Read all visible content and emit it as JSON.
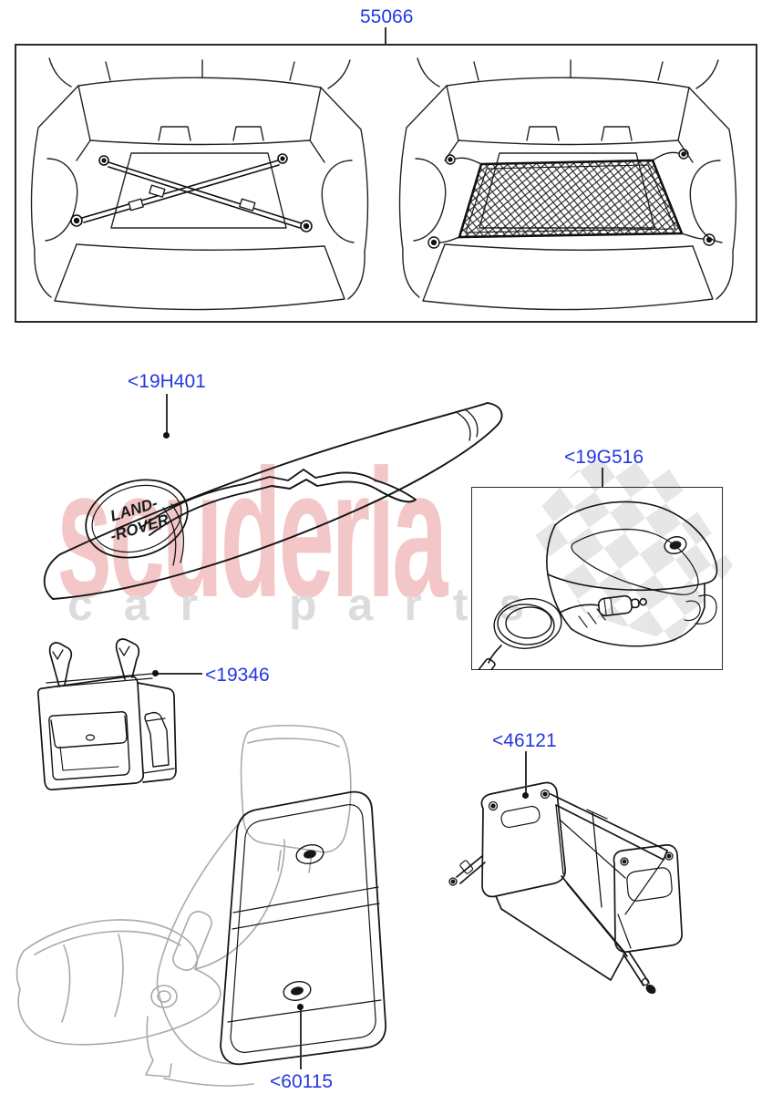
{
  "diagram": {
    "description": "Land Rover accessory stowage parts illustration",
    "callouts": {
      "retention_kit": "55066",
      "ski_bag": "<19H401",
      "cool_box": "<19G516",
      "seat_back_bag": "<19346",
      "cargo_organizer": "<46121",
      "seat_back_stowage": "<60115"
    },
    "logo": {
      "line1": "LAND-",
      "line2": "-ROVER"
    }
  },
  "watermark": {
    "primary": "scuderia",
    "secondary": "car parts"
  },
  "colors": {
    "callout_text": "#2438e0",
    "drawing_line": "#1a1a1a",
    "light_drawing_line": "#a9a9a9",
    "watermark_primary": "#f2bcbc",
    "watermark_secondary": "#dcdcdc",
    "watermark_checker": "#e6e6e6",
    "frame_border": "#2a2a2a"
  }
}
